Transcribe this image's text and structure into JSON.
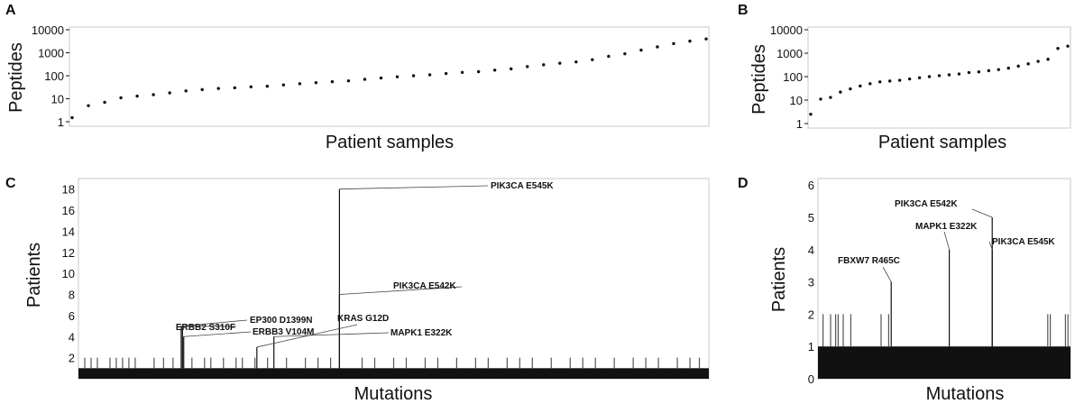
{
  "colors": {
    "ink": "#111111",
    "frame": "#c8c8c8",
    "spike": "#555555",
    "bg": "#ffffff"
  },
  "chart_data": [
    {
      "panel": "A",
      "type": "scatter",
      "xlabel": "Patient samples",
      "ylabel": "Peptides",
      "yscale": "log",
      "ylim": [
        1,
        10000
      ],
      "yticks": [
        1,
        10,
        100,
        1000,
        10000
      ],
      "ytick_labels": [
        "1",
        "10",
        "100",
        "1000",
        "10000"
      ],
      "values": [
        1.5,
        5,
        7,
        11,
        13,
        15,
        18,
        22,
        25,
        28,
        30,
        33,
        35,
        40,
        45,
        50,
        55,
        60,
        70,
        80,
        90,
        100,
        110,
        125,
        140,
        150,
        175,
        200,
        250,
        300,
        350,
        400,
        500,
        700,
        900,
        1300,
        1800,
        2500,
        3200,
        4000
      ]
    },
    {
      "panel": "B",
      "type": "scatter",
      "xlabel": "Patient samples",
      "ylabel": "Peptides",
      "yscale": "log",
      "ylim": [
        1,
        10000
      ],
      "yticks": [
        1,
        10,
        100,
        1000,
        10000
      ],
      "ytick_labels": [
        "1",
        "10",
        "100",
        "1000",
        "10000"
      ],
      "values": [
        2.5,
        11,
        13,
        22,
        30,
        40,
        50,
        60,
        65,
        70,
        80,
        90,
        100,
        110,
        120,
        130,
        150,
        160,
        180,
        200,
        230,
        280,
        350,
        450,
        550,
        1600,
        2000
      ]
    },
    {
      "panel": "C",
      "type": "bar",
      "xlabel": "Mutations",
      "ylabel": "Patients",
      "ylim": [
        0,
        19
      ],
      "yticks": [
        2,
        4,
        6,
        8,
        10,
        12,
        14,
        16,
        18
      ],
      "ytick_labels": [
        "2",
        "4",
        "6",
        "8",
        "10",
        "12",
        "14",
        "16",
        "18"
      ],
      "baseline": 1,
      "series": [
        {
          "mutation": "ERBB2 S310F",
          "x": 0.163,
          "value": 5
        },
        {
          "mutation": "EP300 D1399N",
          "x": 0.165,
          "value": 5
        },
        {
          "mutation": "ERBB3 V104M",
          "x": 0.167,
          "value": 4
        },
        {
          "mutation": "KRAS G12D",
          "x": 0.283,
          "value": 3
        },
        {
          "mutation": "MAPK1 E322K",
          "x": 0.31,
          "value": 4
        },
        {
          "mutation": "PIK3CA E542K",
          "x": 0.414,
          "value": 8
        },
        {
          "mutation": "PIK3CA E545K",
          "x": 0.414,
          "value": 18
        }
      ],
      "minor_x": [
        0.01,
        0.02,
        0.03,
        0.05,
        0.06,
        0.07,
        0.08,
        0.09,
        0.12,
        0.135,
        0.15,
        0.18,
        0.2,
        0.21,
        0.23,
        0.25,
        0.26,
        0.28,
        0.3,
        0.33,
        0.36,
        0.38,
        0.4,
        0.45,
        0.47,
        0.5,
        0.52,
        0.55,
        0.57,
        0.6,
        0.63,
        0.65,
        0.68,
        0.7,
        0.72,
        0.75,
        0.78,
        0.8,
        0.82,
        0.85,
        0.88,
        0.9,
        0.92,
        0.95,
        0.97,
        0.985
      ],
      "minor_value": 2
    },
    {
      "panel": "D",
      "type": "bar",
      "xlabel": "Mutations",
      "ylabel": "Patients",
      "ylim": [
        0,
        6.2
      ],
      "yticks": [
        0,
        1,
        2,
        3,
        4,
        5,
        6
      ],
      "ytick_labels": [
        "0",
        "1",
        "2",
        "3",
        "4",
        "5",
        "6"
      ],
      "baseline": 1,
      "series": [
        {
          "mutation": "FBXW7 R465C",
          "x": 0.29,
          "value": 3
        },
        {
          "mutation": "MAPK1 E322K",
          "x": 0.52,
          "value": 4
        },
        {
          "mutation": "PIK3CA E542K",
          "x": 0.69,
          "value": 5
        },
        {
          "mutation": "PIK3CA E545K",
          "x": 0.69,
          "value": 4
        }
      ],
      "minor_x": [
        0.02,
        0.05,
        0.07,
        0.08,
        0.1,
        0.13,
        0.25,
        0.28,
        0.91,
        0.92,
        0.98,
        0.99
      ],
      "minor_value": 2
    }
  ]
}
